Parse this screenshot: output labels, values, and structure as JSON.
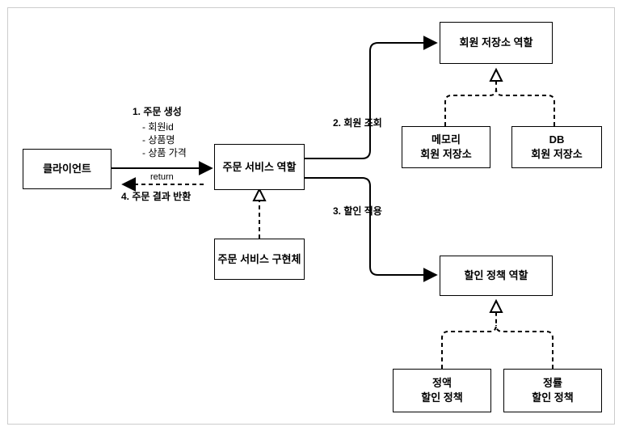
{
  "nodes": {
    "client": "클라이언트",
    "order_service_role": "주문 서비스 역할",
    "order_service_impl": "주문 서비스 구현체",
    "member_repo_role": "회원 저장소 역할",
    "memory_member_repo": "메모리\n회원 저장소",
    "db_member_repo": "DB\n회원 저장소",
    "discount_policy_role": "할인 정책 역할",
    "fixed_amount_policy": "정액\n할인 정책",
    "rate_policy": "정률\n할인 정책"
  },
  "edge_labels": {
    "create_order": "1. 주문 생성",
    "member_id": "- 회원id",
    "product_name": "- 상품명",
    "product_price": "- 상품 가격",
    "return": "return",
    "return_result": "4. 주문 결과 반환",
    "member_lookup": "2. 회원 조회",
    "apply_discount": "3. 할인 적용"
  },
  "colors": {
    "line": "#000000",
    "frame": "#cccccc",
    "background": "#ffffff"
  }
}
